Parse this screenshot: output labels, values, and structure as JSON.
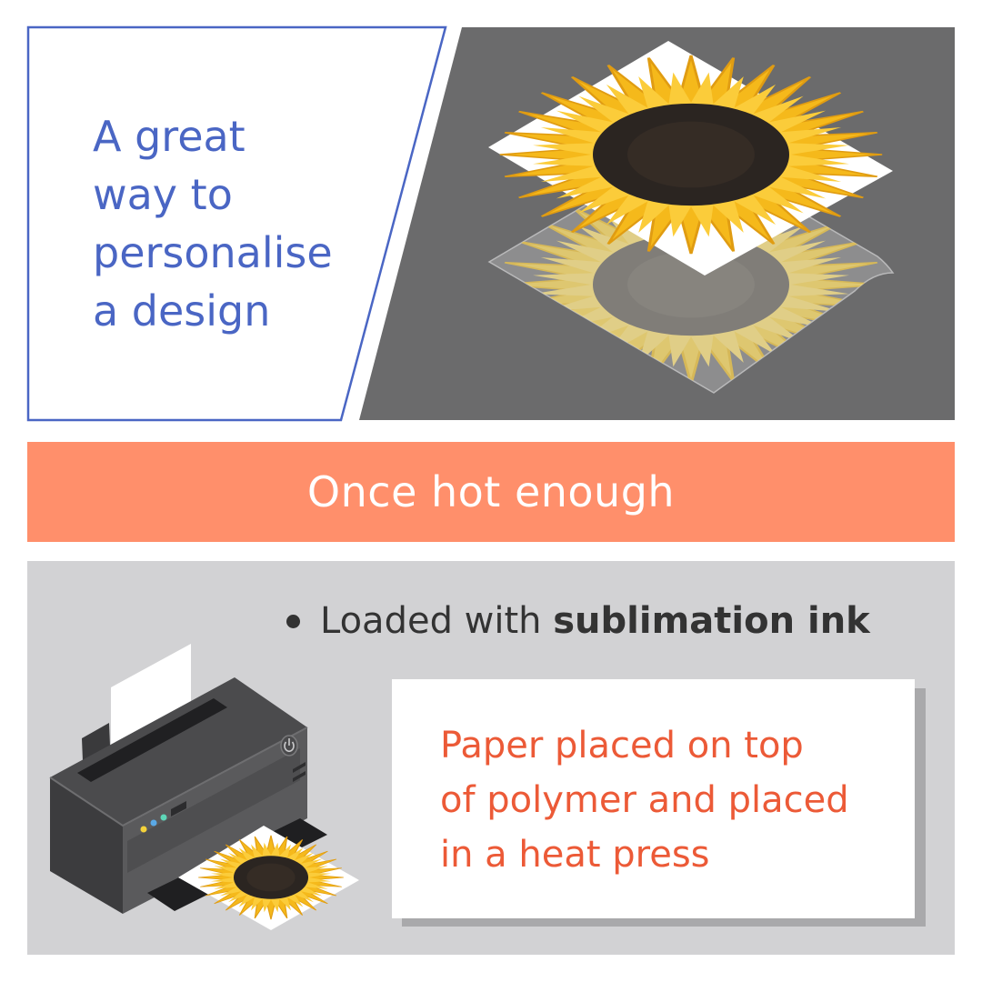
{
  "statement": {
    "lines": [
      "A great",
      "way to",
      "personalise",
      "a design"
    ]
  },
  "banner": {
    "label": "Once hot enough"
  },
  "bullet": {
    "prefix": "Loaded with ",
    "emphasis": "sublimation ink"
  },
  "card": {
    "lines": [
      "Paper placed on top",
      "of polymer and placed",
      "in a heat press"
    ]
  },
  "colors": {
    "statement_blue": "#4a66c4",
    "banner_orange": "#ff8f6b",
    "card_text_orange": "#ec5a37",
    "dark_panel": "#6b6b6c",
    "light_panel": "#d2d2d4",
    "sunflower_petal": "#f5b91b",
    "sunflower_center": "#2b2521"
  },
  "icons": [
    "sunflower-icon",
    "printer-icon",
    "power-icon"
  ]
}
